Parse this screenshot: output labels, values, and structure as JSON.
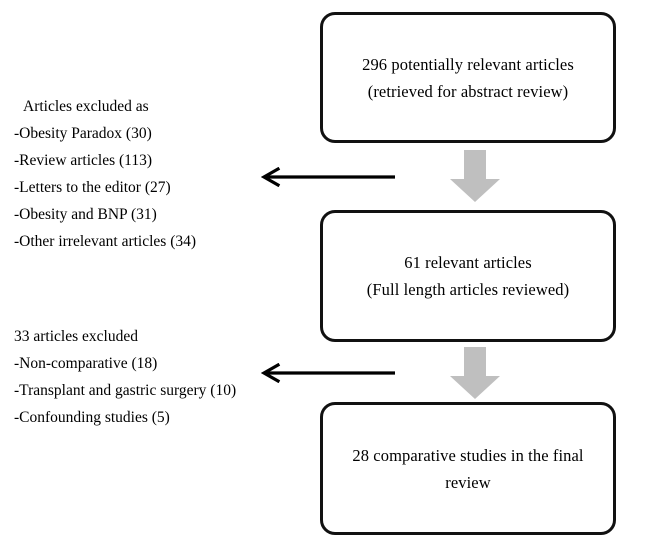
{
  "figure": {
    "type": "flowchart",
    "orientation": "top-to-bottom",
    "colors": {
      "box_border": "#111111",
      "box_fill": "#ffffff",
      "down_arrow": "#bfbfbf",
      "side_arrow": "#000000",
      "text": "#000000",
      "background": "#ffffff"
    }
  },
  "boxes": [
    {
      "id": "identification",
      "lines": [
        "296 potentially relevant articles",
        "(retrieved for abstract review)"
      ],
      "count": 296
    },
    {
      "id": "screening",
      "lines": [
        "61 relevant articles",
        "(Full length articles reviewed)"
      ],
      "count": 61
    },
    {
      "id": "included",
      "lines": [
        "28 comparative studies in the final review"
      ],
      "count": 28
    }
  ],
  "exclusions": [
    {
      "id": "first-exclusion",
      "heading": "Articles excluded as",
      "items": [
        "-Obesity Paradox (30)",
        "-Review articles (113)",
        "-Letters to the editor (27)",
        "-Obesity and BNP (31)",
        "-Other irrelevant articles (34)"
      ]
    },
    {
      "id": "second-exclusion",
      "heading": "33 articles excluded",
      "items": [
        "-Non-comparative (18)",
        "-Transplant and gastric surgery (10)",
        "-Confounding studies (5)"
      ]
    }
  ],
  "connectors": {
    "down_arrow_label": "down-arrow",
    "exclusion_arrow_label": "exclusion-arrow-left"
  }
}
